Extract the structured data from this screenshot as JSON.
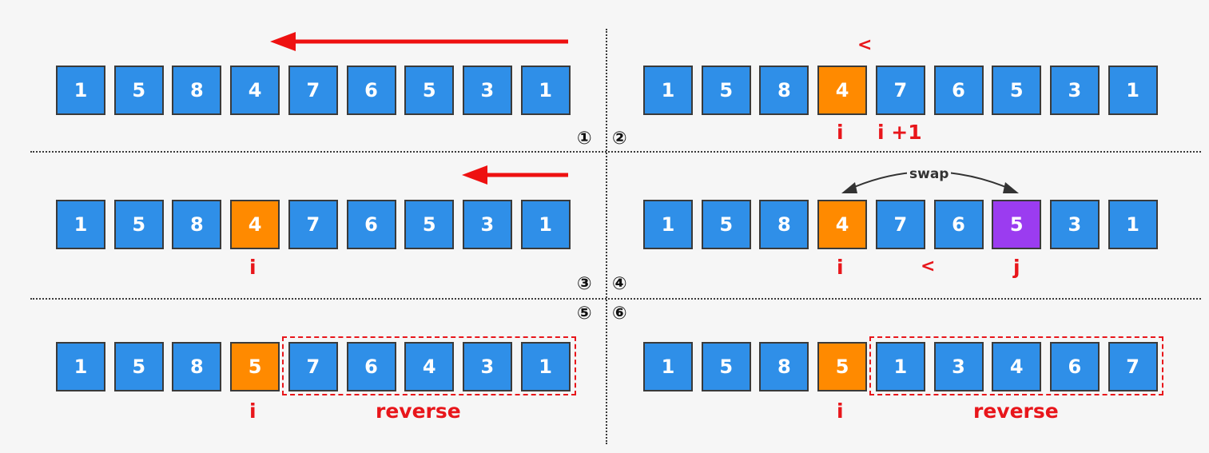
{
  "colors": {
    "default": "#2f8fe8",
    "pivot": "#ff8a00",
    "swap_target": "#9b3cf0",
    "label": "#e8161b",
    "arrow": "#ee1111"
  },
  "steps": {
    "s1": "①",
    "s2": "②",
    "s3": "③",
    "s4": "④",
    "s5": "⑤",
    "s6": "⑥"
  },
  "panels": [
    {
      "id": "p1",
      "values": [
        "1",
        "5",
        "8",
        "4",
        "7",
        "6",
        "5",
        "3",
        "1"
      ],
      "states": [
        "d",
        "d",
        "d",
        "d",
        "d",
        "d",
        "d",
        "d",
        "d"
      ]
    },
    {
      "id": "p2",
      "values": [
        "1",
        "5",
        "8",
        "4",
        "7",
        "6",
        "5",
        "3",
        "1"
      ],
      "states": [
        "d",
        "d",
        "d",
        "p",
        "d",
        "d",
        "d",
        "d",
        "d"
      ]
    },
    {
      "id": "p3",
      "values": [
        "1",
        "5",
        "8",
        "4",
        "7",
        "6",
        "5",
        "3",
        "1"
      ],
      "states": [
        "d",
        "d",
        "d",
        "p",
        "d",
        "d",
        "d",
        "d",
        "d"
      ]
    },
    {
      "id": "p4",
      "values": [
        "1",
        "5",
        "8",
        "4",
        "7",
        "6",
        "5",
        "3",
        "1"
      ],
      "states": [
        "d",
        "d",
        "d",
        "p",
        "d",
        "d",
        "s",
        "d",
        "d"
      ]
    },
    {
      "id": "p5",
      "values": [
        "1",
        "5",
        "8",
        "5",
        "7",
        "6",
        "4",
        "3",
        "1"
      ],
      "states": [
        "d",
        "d",
        "d",
        "p",
        "d",
        "d",
        "d",
        "d",
        "d"
      ]
    },
    {
      "id": "p6",
      "values": [
        "1",
        "5",
        "8",
        "5",
        "1",
        "3",
        "4",
        "6",
        "7"
      ],
      "states": [
        "d",
        "d",
        "d",
        "p",
        "d",
        "d",
        "d",
        "d",
        "d"
      ]
    }
  ],
  "labels": {
    "p2_lt": "<",
    "p2_i": "i",
    "p2_i1": "i +1",
    "p3_i": "i",
    "p4_i": "i",
    "p4_lt": "<",
    "p4_j": "j",
    "p4_swap": "swap",
    "p5_i": "i",
    "p5_reverse": "reverse",
    "p6_i": "i",
    "p6_reverse": "reverse"
  }
}
